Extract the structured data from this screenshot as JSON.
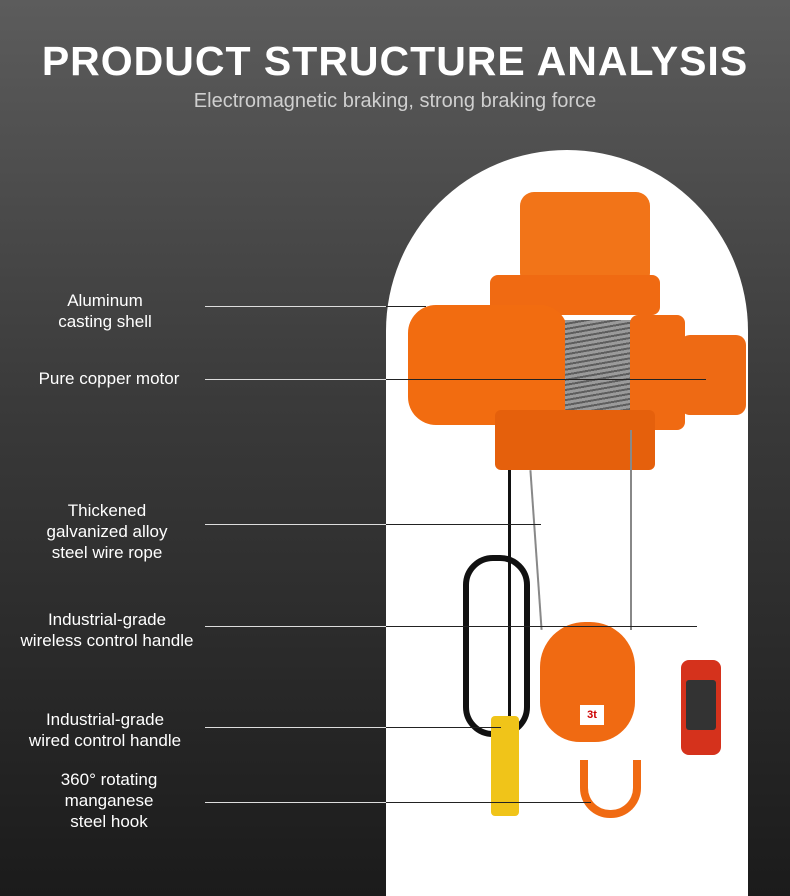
{
  "header": {
    "title": "PRODUCT STRUCTURE ANALYSIS",
    "subtitle": "Electromagnetic braking, strong braking force"
  },
  "callouts": [
    {
      "lines": [
        "Aluminum",
        "casting shell"
      ]
    },
    {
      "lines": [
        "Pure copper motor"
      ]
    },
    {
      "lines": [
        "Thickened",
        "galvanized alloy",
        "steel wire rope"
      ]
    },
    {
      "lines": [
        "Industrial-grade",
        "wireless control handle"
      ]
    },
    {
      "lines": [
        "Industrial-grade",
        "wired control handle"
      ]
    },
    {
      "lines": [
        "360° rotating",
        "manganese",
        "steel hook"
      ]
    }
  ],
  "product": {
    "hook_plate": "3t"
  },
  "colors": {
    "accent": "#f06a12",
    "background_top": "#5c5c5c",
    "background_bottom": "#1b1b1b"
  }
}
